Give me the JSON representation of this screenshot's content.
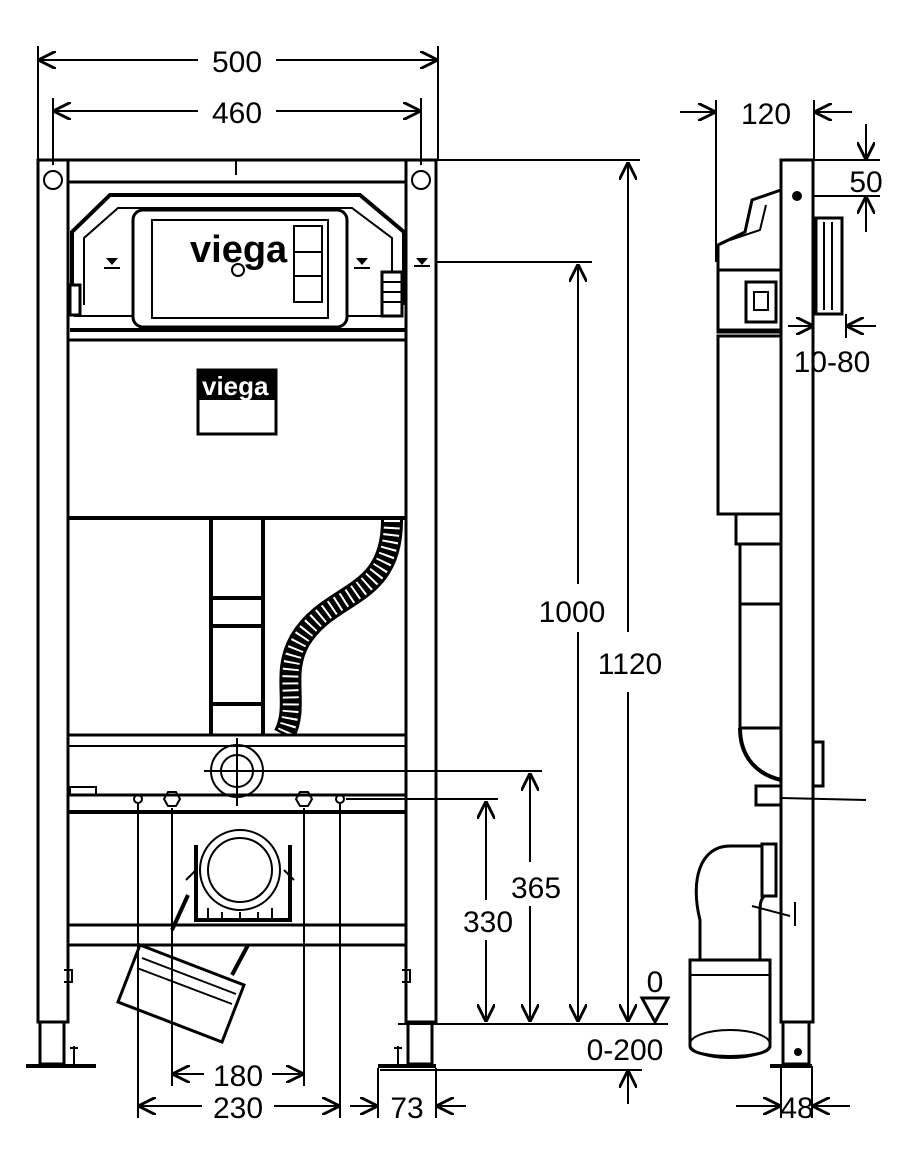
{
  "brand": {
    "logo_main": "viega",
    "logo_plate": "viega"
  },
  "dimensions": {
    "width_outer": "500",
    "width_inner": "460",
    "height_total": "1120",
    "height_actuation": "1000",
    "flush_height": "365",
    "supply_height": "330",
    "floor_level": "0",
    "foot_adjust": "0-200",
    "connector_spacing": "180",
    "fixing_spacing": "230",
    "foot_offset": "73",
    "depth": "120",
    "top_offset": "50",
    "wall_adjust": "10-80",
    "foot_depth": "48"
  },
  "colors": {
    "ink": "#000000",
    "paper": "#ffffff"
  }
}
